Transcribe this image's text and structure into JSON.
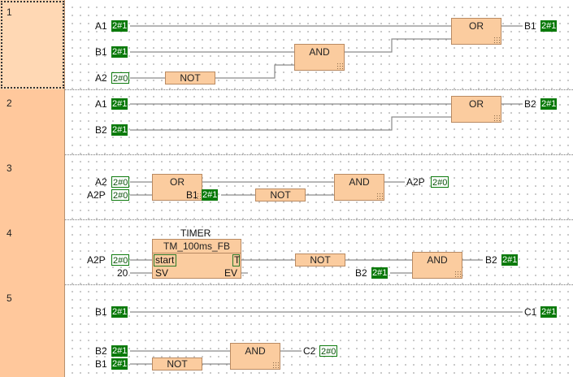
{
  "rungs": [
    {
      "number": "1",
      "inputs": [
        {
          "label": "A1",
          "value": "2#1"
        },
        {
          "label": "B1",
          "value": "2#1"
        },
        {
          "label": "A2",
          "value": "2#0"
        }
      ],
      "blocks": [
        "NOT",
        "AND",
        "OR"
      ],
      "output": {
        "label": "B1",
        "value": "2#1"
      }
    },
    {
      "number": "2",
      "inputs": [
        {
          "label": "A1",
          "value": "2#1"
        },
        {
          "label": "B2",
          "value": "2#1"
        }
      ],
      "blocks": [
        "OR"
      ],
      "output": {
        "label": "B2",
        "value": "2#1"
      }
    },
    {
      "number": "3",
      "inputs": [
        {
          "label": "A2",
          "value": "2#0"
        },
        {
          "label": "A2P",
          "value": "2#0"
        },
        {
          "label": "B1",
          "value": "2#1"
        }
      ],
      "blocks": [
        "OR",
        "NOT",
        "AND"
      ],
      "output": {
        "label": "A2P",
        "value": "2#0"
      }
    },
    {
      "number": "4",
      "timer": {
        "instance": "TIMER",
        "type": "TM_100ms_FB",
        "pins": {
          "start": "start",
          "sv": "SV",
          "t": "T",
          "ev": "EV"
        }
      },
      "inputs": [
        {
          "label": "A2P",
          "value": "2#0"
        },
        {
          "label": "20",
          "value": ""
        },
        {
          "label": "B2",
          "value": "2#1"
        }
      ],
      "blocks": [
        "NOT",
        "AND"
      ],
      "output": {
        "label": "B2",
        "value": "2#1"
      }
    },
    {
      "number": "5",
      "inputs": [
        {
          "label": "B1",
          "value": "2#1"
        },
        {
          "label": "B2",
          "value": "2#1"
        },
        {
          "label": "B1",
          "value": "2#1"
        }
      ],
      "blocks": [
        "NOT",
        "AND"
      ],
      "outputs": [
        {
          "label": "C1",
          "value": "2#1"
        },
        {
          "label": "C2",
          "value": "2#0"
        }
      ]
    }
  ]
}
